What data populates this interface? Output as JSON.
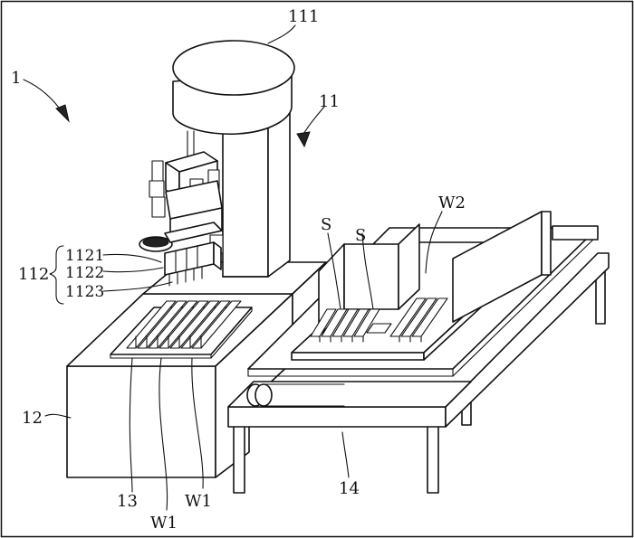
{
  "labels": {
    "l111": "111",
    "l1": "1",
    "l11": "11",
    "l1121": "1121",
    "l1122": "1122",
    "l1123": "1123",
    "l112": "112",
    "lW2": "W2",
    "lS1": "S",
    "lS2": "S",
    "l12": "12",
    "l13": "13",
    "lW1a": "W1",
    "lW1b": "W1",
    "l14": "14"
  }
}
